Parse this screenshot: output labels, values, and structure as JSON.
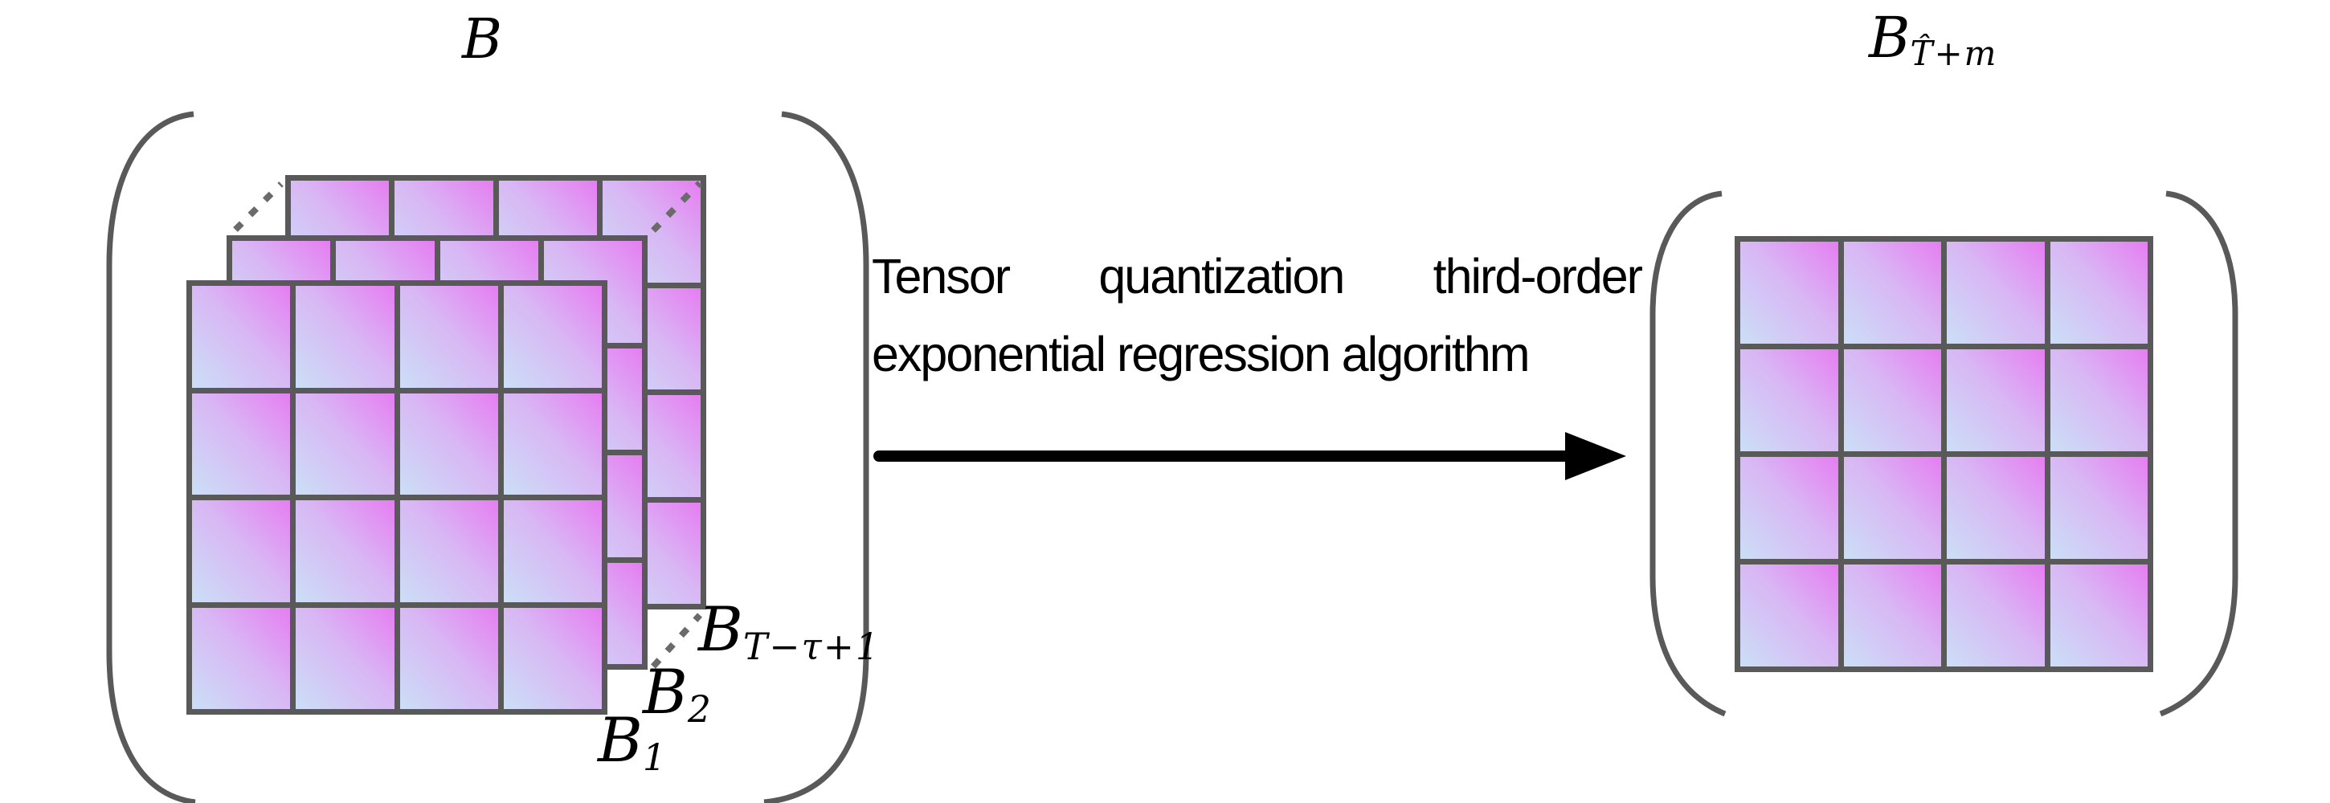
{
  "colors": {
    "cell_gradient_bottom_left": "#cbdff7",
    "cell_gradient_top_right": "#e67df2",
    "grid_line": "#595959",
    "bracket": "#595959",
    "dotted_line": "#6a6a6a",
    "arrow": "#000000",
    "text": "#000000"
  },
  "left_group": {
    "title": "B",
    "layers": [
      {
        "label_base": "B",
        "label_sub": "1",
        "grid": {
          "rows": 4,
          "cols": 4
        }
      },
      {
        "label_base": "B",
        "label_sub": "2",
        "grid": {
          "rows": 4,
          "cols": 4
        }
      },
      {
        "label_base": "B",
        "label_sub": "T−τ+1",
        "grid": {
          "rows": 4,
          "cols": 4
        }
      }
    ]
  },
  "process": {
    "caption_line1": "Tensor quantization third-order",
    "caption_line2": "exponential regression algorithm"
  },
  "right_group": {
    "title_base": "B",
    "title_sub": "T̂+m",
    "grid": {
      "rows": 4,
      "cols": 4
    }
  }
}
